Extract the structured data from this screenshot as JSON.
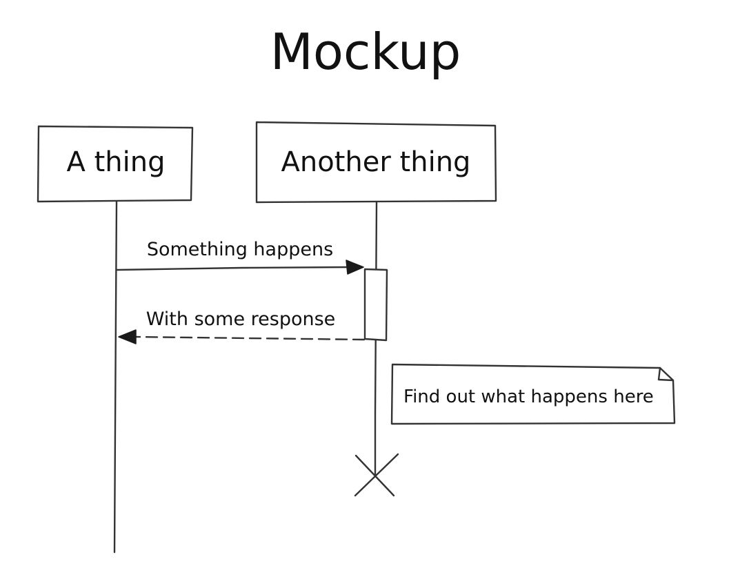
{
  "diagram": {
    "type": "sequence",
    "title": "Mockup",
    "participants": [
      {
        "id": "a",
        "label": "A thing"
      },
      {
        "id": "b",
        "label": "Another thing"
      }
    ],
    "messages": [
      {
        "from": "a",
        "to": "b",
        "label": "Something happens",
        "style": "solid"
      },
      {
        "from": "b",
        "to": "a",
        "label": "With some response",
        "style": "dashed"
      }
    ],
    "note": {
      "attached_to": "b",
      "text": "Find out what happens here"
    },
    "termination": {
      "participant": "b",
      "marker": "destroy-x"
    },
    "colors": {
      "ink": "#333333",
      "arrowhead": "#1a1a1a",
      "background": "#ffffff"
    }
  }
}
